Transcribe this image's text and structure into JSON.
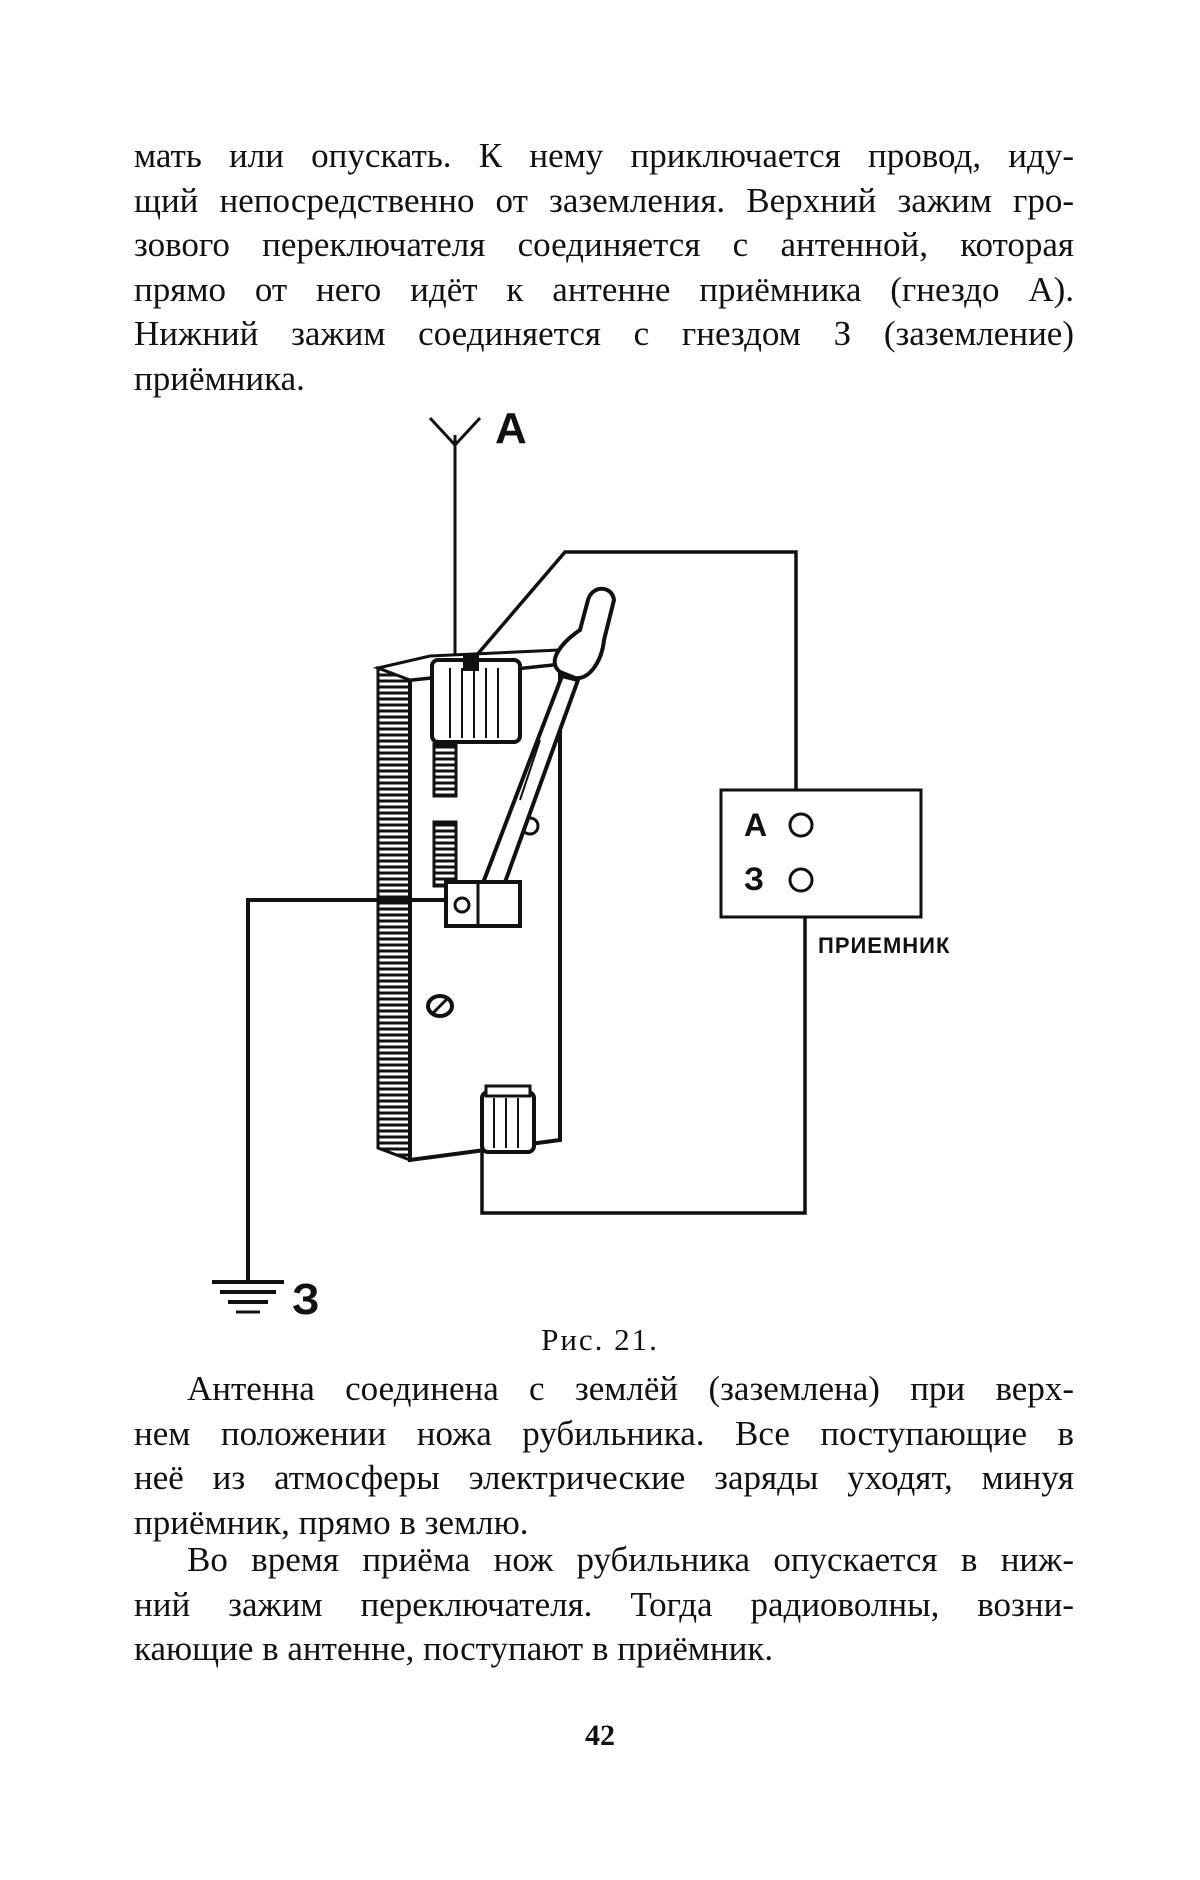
{
  "page": {
    "paragraph_top_lines": [
      "мать или опускать. К нему приключается провод, иду-",
      "щий непосредственно от заземления. Верхний зажим гро-",
      "зового переключателя соединяется с антенной, которая",
      "прямо от него идёт к антенне приёмника (гнездо А).",
      "Нижний зажим соединяется с гнездом З (заземление)",
      "приёмника."
    ],
    "figure": {
      "antenna_label": "А",
      "ground_label": "З",
      "receiver_socket_a": "А",
      "receiver_socket_z": "З",
      "receiver_label": "ПРИЕМНИК"
    },
    "caption": "Рис. 21.",
    "paragraph_2_lines": [
      "Антенна соединена с землёй (заземлена) при верх-",
      "нем положении ножа рубильника. Все поступающие в",
      "неё из атмосферы электрические заряды уходят, минуя",
      "приёмник, прямо в землю."
    ],
    "paragraph_3_lines": [
      "Во время приёма нож рубильника опускается в ниж-",
      "ний зажим переключателя. Тогда радиоволны, возни-",
      "кающие в антенне, поступают в приёмник."
    ],
    "page_number": "42"
  }
}
